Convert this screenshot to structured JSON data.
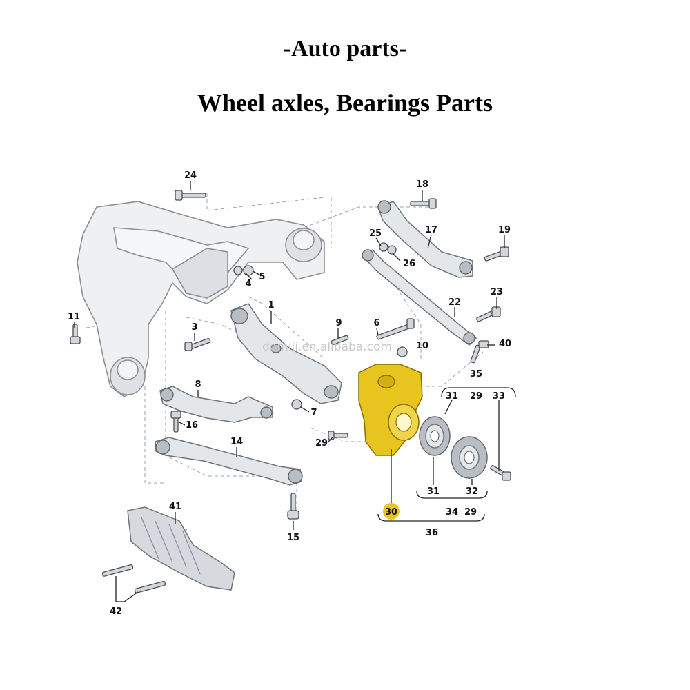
{
  "header": {
    "title": "-Auto parts-",
    "subtitle": "Wheel axles, Bearings Parts"
  },
  "watermark": "domili.en.alibaba.com",
  "highlight_color": "#e8c51e",
  "labels": {
    "l1": "1",
    "l3": "3",
    "l4": "4",
    "l5": "5",
    "l6": "6",
    "l7": "7",
    "l8": "8",
    "l9": "9",
    "l10": "10",
    "l11": "11",
    "l14": "14",
    "l15": "15",
    "l16": "16",
    "l17": "17",
    "l18": "18",
    "l19": "19",
    "l22": "22",
    "l23": "23",
    "l24": "24",
    "l25": "25",
    "l26": "26",
    "l29a": "29",
    "l29b": "29",
    "l29c": "29",
    "l30": "30",
    "l31a": "31",
    "l31b": "31",
    "l32": "32",
    "l33": "33",
    "l34": "34",
    "l35": "35",
    "l36": "36",
    "l40": "40",
    "l41": "41",
    "l42": "42"
  }
}
